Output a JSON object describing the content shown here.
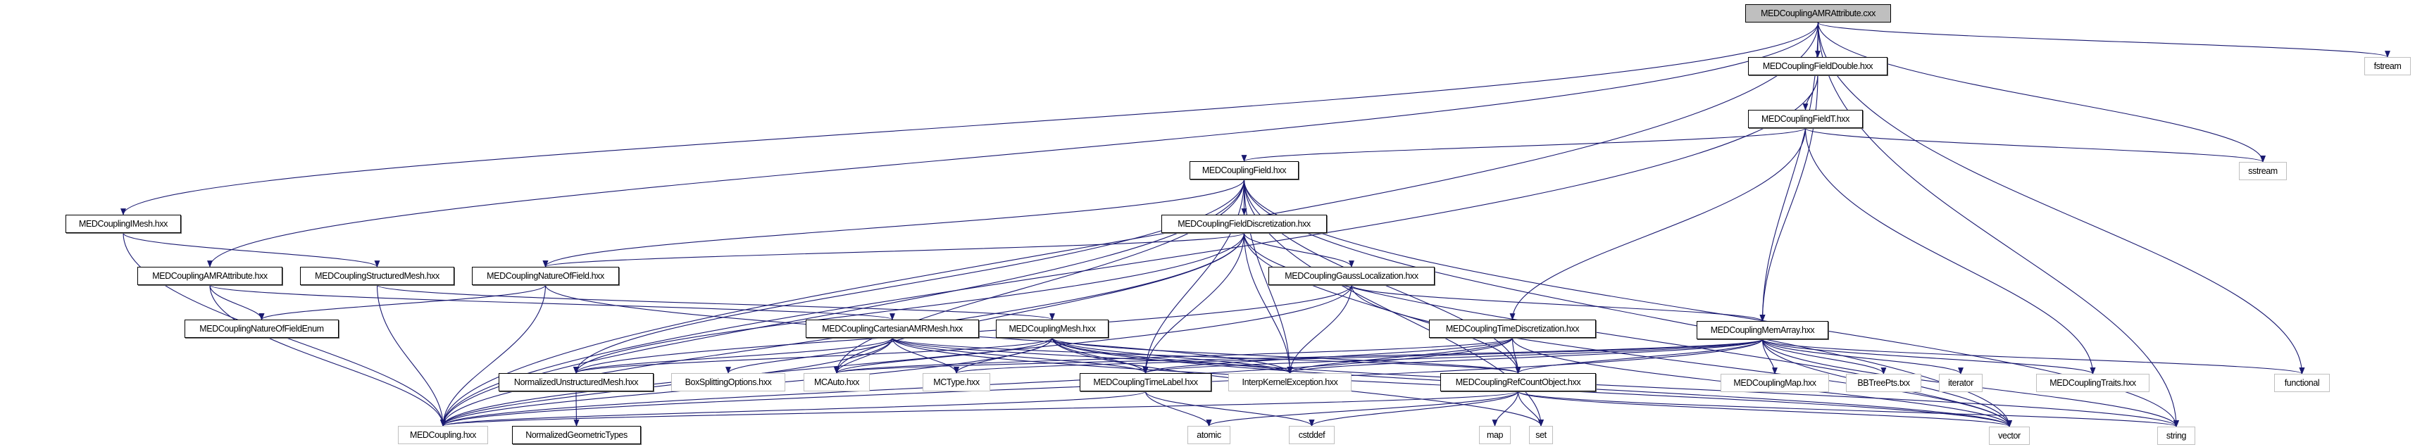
{
  "edge_color": "#191970",
  "nodes": [
    {
      "id": "root",
      "label": "MEDCouplingAMRAttribute.cxx",
      "kind": "root"
    },
    {
      "id": "fielddouble",
      "label": "MEDCouplingFieldDouble.hxx",
      "kind": "doc"
    },
    {
      "id": "fieldt",
      "label": "MEDCouplingFieldT.hxx",
      "kind": "doc"
    },
    {
      "id": "fstream",
      "label": "fstream",
      "kind": "ext"
    },
    {
      "id": "sstream",
      "label": "sstream",
      "kind": "ext"
    },
    {
      "id": "field",
      "label": "MEDCouplingField.hxx",
      "kind": "doc"
    },
    {
      "id": "imesh",
      "label": "MEDCouplingIMesh.hxx",
      "kind": "doc"
    },
    {
      "id": "fielddisc",
      "label": "MEDCouplingFieldDiscretization.hxx",
      "kind": "doc"
    },
    {
      "id": "amrattr",
      "label": "MEDCouplingAMRAttribute.hxx",
      "kind": "doc"
    },
    {
      "id": "structmesh",
      "label": "MEDCouplingStructuredMesh.hxx",
      "kind": "doc"
    },
    {
      "id": "natureoffield",
      "label": "MEDCouplingNatureOfField.hxx",
      "kind": "doc"
    },
    {
      "id": "gaussloc",
      "label": "MEDCouplingGaussLocalization.hxx",
      "kind": "doc"
    },
    {
      "id": "natureenum",
      "label": "MEDCouplingNatureOfFieldEnum",
      "kind": "doc"
    },
    {
      "id": "cartamr",
      "label": "MEDCouplingCartesianAMRMesh.hxx",
      "kind": "doc"
    },
    {
      "id": "mesh",
      "label": "MEDCouplingMesh.hxx",
      "kind": "doc"
    },
    {
      "id": "timedisc",
      "label": "MEDCouplingTimeDiscretization.hxx",
      "kind": "doc"
    },
    {
      "id": "memarray",
      "label": "MEDCouplingMemArray.hxx",
      "kind": "doc"
    },
    {
      "id": "normunstr",
      "label": "NormalizedUnstructuredMesh.hxx",
      "kind": "doc"
    },
    {
      "id": "boxsplit",
      "label": "BoxSplittingOptions.hxx",
      "kind": "ext"
    },
    {
      "id": "mcauto",
      "label": "MCAuto.hxx",
      "kind": "ext"
    },
    {
      "id": "mctype",
      "label": "MCType.hxx",
      "kind": "ext"
    },
    {
      "id": "timelabel",
      "label": "MEDCouplingTimeLabel.hxx",
      "kind": "doc"
    },
    {
      "id": "ikexc",
      "label": "InterpKernelException.hxx",
      "kind": "ext"
    },
    {
      "id": "refcount",
      "label": "MEDCouplingRefCountObject.hxx",
      "kind": "doc"
    },
    {
      "id": "mcmap",
      "label": "MEDCouplingMap.hxx",
      "kind": "ext"
    },
    {
      "id": "bbtree",
      "label": "BBTreePts.txx",
      "kind": "ext"
    },
    {
      "id": "iterator",
      "label": "iterator",
      "kind": "ext"
    },
    {
      "id": "traits",
      "label": "MEDCouplingTraits.hxx",
      "kind": "ext"
    },
    {
      "id": "functional",
      "label": "functional",
      "kind": "ext"
    },
    {
      "id": "medcoupling",
      "label": "MEDCoupling.hxx",
      "kind": "ext"
    },
    {
      "id": "normgeom",
      "label": "NormalizedGeometricTypes",
      "kind": "doc"
    },
    {
      "id": "atomic",
      "label": "atomic",
      "kind": "ext"
    },
    {
      "id": "cstddef",
      "label": "cstddef",
      "kind": "ext"
    },
    {
      "id": "map",
      "label": "map",
      "kind": "ext"
    },
    {
      "id": "set",
      "label": "set",
      "kind": "ext"
    },
    {
      "id": "vector",
      "label": "vector",
      "kind": "ext"
    },
    {
      "id": "string",
      "label": "string",
      "kind": "ext"
    }
  ],
  "edges": [
    [
      "root",
      "fielddouble"
    ],
    [
      "root",
      "memarray"
    ],
    [
      "root",
      "sstream"
    ],
    [
      "root",
      "fstream"
    ],
    [
      "root",
      "functional"
    ],
    [
      "root",
      "string"
    ],
    [
      "root",
      "amrattr"
    ],
    [
      "root",
      "imesh"
    ],
    [
      "root",
      "medcoupling"
    ],
    [
      "fielddouble",
      "fieldt"
    ],
    [
      "fielddouble",
      "memarray"
    ],
    [
      "fielddouble",
      "medcoupling"
    ],
    [
      "fieldt",
      "field"
    ],
    [
      "fieldt",
      "timedisc"
    ],
    [
      "fieldt",
      "sstream"
    ],
    [
      "fieldt",
      "traits"
    ],
    [
      "field",
      "fielddisc"
    ],
    [
      "field",
      "natureoffield"
    ],
    [
      "field",
      "timelabel"
    ],
    [
      "field",
      "mcauto"
    ],
    [
      "field",
      "medcoupling"
    ],
    [
      "field",
      "ikexc"
    ],
    [
      "field",
      "refcount"
    ],
    [
      "field",
      "set"
    ],
    [
      "field",
      "vector"
    ],
    [
      "field",
      "string"
    ],
    [
      "field",
      "normunstr"
    ],
    [
      "fielddisc",
      "gaussloc"
    ],
    [
      "fielddisc",
      "natureoffield"
    ],
    [
      "fielddisc",
      "mcauto"
    ],
    [
      "fielddisc",
      "timelabel"
    ],
    [
      "fielddisc",
      "ikexc"
    ],
    [
      "fielddisc",
      "refcount"
    ],
    [
      "fielddisc",
      "normunstr"
    ],
    [
      "fielddisc",
      "medcoupling"
    ],
    [
      "fielddisc",
      "vector"
    ],
    [
      "gaussloc",
      "memarray"
    ],
    [
      "gaussloc",
      "ikexc"
    ],
    [
      "gaussloc",
      "medcoupling"
    ],
    [
      "gaussloc",
      "vector"
    ],
    [
      "gaussloc",
      "normunstr"
    ],
    [
      "imesh",
      "structmesh"
    ],
    [
      "imesh",
      "medcoupling"
    ],
    [
      "structmesh",
      "medcoupling"
    ],
    [
      "structmesh",
      "mesh"
    ],
    [
      "amrattr",
      "natureenum"
    ],
    [
      "amrattr",
      "medcoupling"
    ],
    [
      "amrattr",
      "cartamr"
    ],
    [
      "natureoffield",
      "natureenum"
    ],
    [
      "natureoffield",
      "medcoupling"
    ],
    [
      "natureoffield",
      "ikexc"
    ],
    [
      "cartamr",
      "mcauto"
    ],
    [
      "cartamr",
      "mctype"
    ],
    [
      "cartamr",
      "timelabel"
    ],
    [
      "cartamr",
      "refcount"
    ],
    [
      "cartamr",
      "ikexc"
    ],
    [
      "cartamr",
      "medcoupling"
    ],
    [
      "cartamr",
      "boxsplit"
    ],
    [
      "cartamr",
      "normunstr"
    ],
    [
      "cartamr",
      "vector"
    ],
    [
      "mesh",
      "mcauto"
    ],
    [
      "mesh",
      "mctype"
    ],
    [
      "mesh",
      "timelabel"
    ],
    [
      "mesh",
      "ikexc"
    ],
    [
      "mesh",
      "refcount"
    ],
    [
      "mesh",
      "normunstr"
    ],
    [
      "mesh",
      "medcoupling"
    ],
    [
      "mesh",
      "set"
    ],
    [
      "mesh",
      "vector"
    ],
    [
      "mesh",
      "string"
    ],
    [
      "timedisc",
      "timelabel"
    ],
    [
      "timedisc",
      "refcount"
    ],
    [
      "timedisc",
      "ikexc"
    ],
    [
      "timedisc",
      "medcoupling"
    ],
    [
      "timedisc",
      "vector"
    ],
    [
      "timedisc",
      "mcauto"
    ],
    [
      "memarray",
      "refcount"
    ],
    [
      "memarray",
      "mcauto"
    ],
    [
      "memarray",
      "ikexc"
    ],
    [
      "memarray",
      "timelabel"
    ],
    [
      "memarray",
      "mcmap"
    ],
    [
      "memarray",
      "bbtree"
    ],
    [
      "memarray",
      "iterator"
    ],
    [
      "memarray",
      "traits"
    ],
    [
      "memarray",
      "functional"
    ],
    [
      "memarray",
      "vector"
    ],
    [
      "memarray",
      "string"
    ],
    [
      "memarray",
      "medcoupling"
    ],
    [
      "memarray",
      "mctype"
    ],
    [
      "timelabel",
      "atomic"
    ],
    [
      "timelabel",
      "cstddef"
    ],
    [
      "timelabel",
      "medcoupling"
    ],
    [
      "refcount",
      "map"
    ],
    [
      "refcount",
      "set"
    ],
    [
      "refcount",
      "atomic"
    ],
    [
      "refcount",
      "cstddef"
    ],
    [
      "refcount",
      "vector"
    ],
    [
      "refcount",
      "string"
    ],
    [
      "refcount",
      "medcoupling"
    ],
    [
      "normunstr",
      "normgeom"
    ]
  ]
}
